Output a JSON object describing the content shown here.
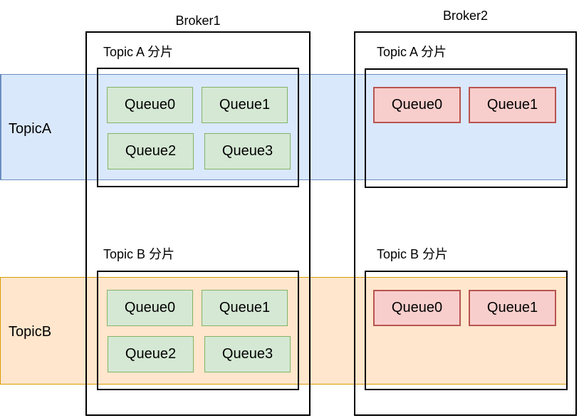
{
  "brokers": [
    {
      "label": "Broker1",
      "sections": [
        {
          "title": "Topic A 分片",
          "queues": [
            "Queue0",
            "Queue1",
            "Queue2",
            "Queue3"
          ]
        },
        {
          "title": "Topic B 分片",
          "queues": [
            "Queue0",
            "Queue1",
            "Queue2",
            "Queue3"
          ]
        }
      ]
    },
    {
      "label": "Broker2",
      "sections": [
        {
          "title": "Topic A 分片",
          "queues": [
            "Queue0",
            "Queue1"
          ]
        },
        {
          "title": "Topic B 分片",
          "queues": [
            "Queue0",
            "Queue1"
          ]
        }
      ]
    }
  ],
  "topic_bands": [
    {
      "label": "TopicA",
      "fill": "#dae8fc",
      "stroke": "#6c8ebf"
    },
    {
      "label": "TopicB",
      "fill": "#ffe6cc",
      "stroke": "#d79b00"
    }
  ],
  "queue_styles": {
    "green": {
      "fill": "#d5e8d4",
      "stroke": "#82b366"
    },
    "pink": {
      "fill": "#f8cecc",
      "stroke": "#b85450"
    }
  }
}
